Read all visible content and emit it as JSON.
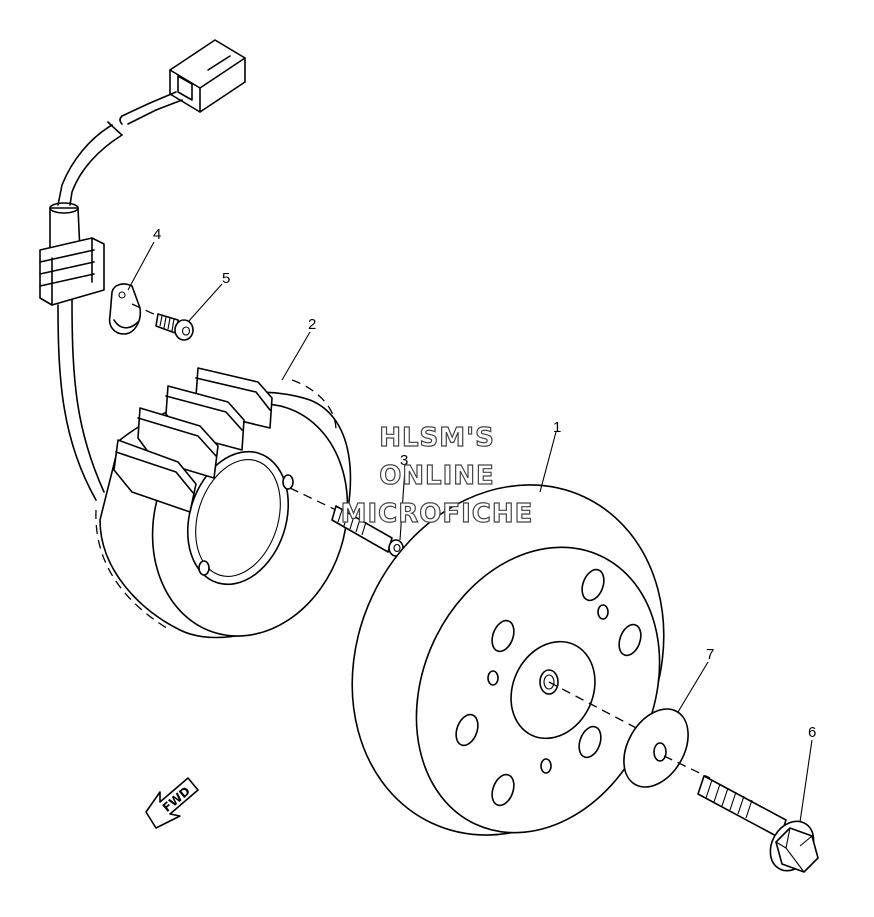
{
  "diagram": {
    "callouts": [
      "1",
      "2",
      "3",
      "4",
      "5",
      "6",
      "7"
    ],
    "direction_arrow": "FWD"
  },
  "watermark": {
    "line1": "HLSM'S",
    "line2": "ONLINE",
    "line3": "MICROFICHE"
  }
}
